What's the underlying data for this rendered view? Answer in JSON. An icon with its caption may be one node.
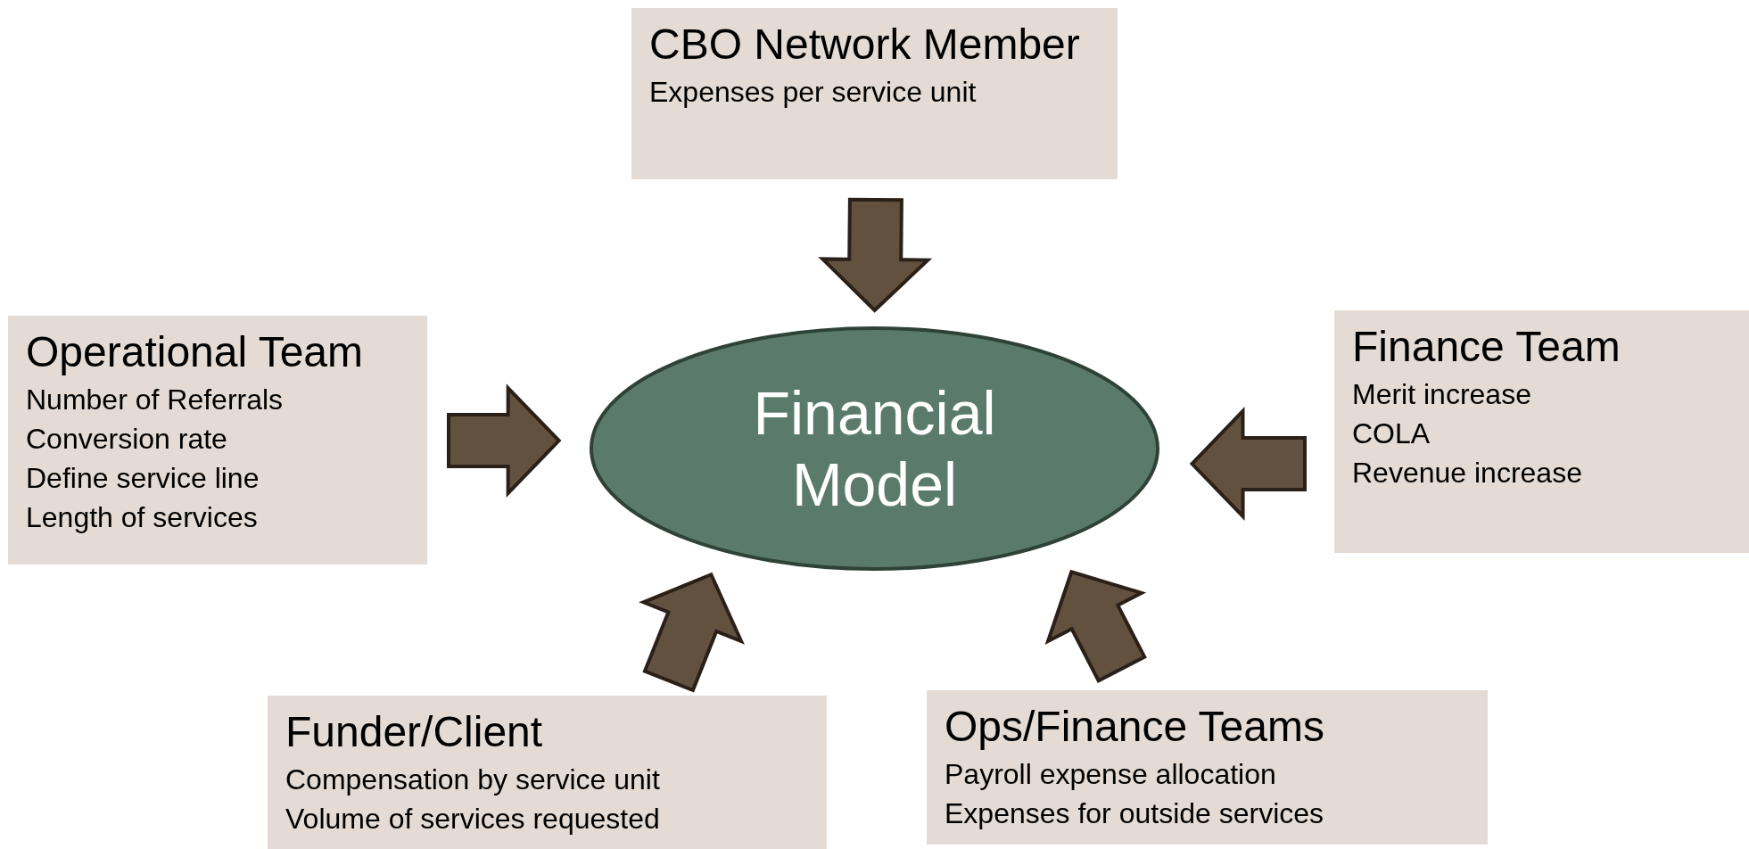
{
  "diagram": {
    "nodes": [
      {
        "text": [
          "CBO Network Member",
          "Expenses per service unit"
        ]
      },
      {
        "text": [
          "Operational Team",
          "Number of Referrals",
          "Conversion rate",
          "Define service line",
          "Length of services"
        ]
      },
      {
        "text": [
          "Financial Model"
        ]
      },
      {
        "text": [
          "Finance Team",
          "Merit increase",
          "COLA",
          "Revenue increase"
        ]
      },
      {
        "text": [
          "Funder/Client",
          "Compensation by service unit",
          "Volume of services requested"
        ]
      },
      {
        "text": [
          "Ops/Finance Teams",
          "Payroll expense allocation",
          "Expenses for outside services"
        ]
      }
    ],
    "edges": [
      {
        "from": 0,
        "to": 2,
        "arrow": "to"
      },
      {
        "from": 1,
        "to": 2,
        "arrow": "to"
      },
      {
        "from": 3,
        "to": 2,
        "arrow": "to"
      },
      {
        "from": 4,
        "to": 2,
        "arrow": "to"
      },
      {
        "from": 5,
        "to": 2,
        "arrow": "to"
      }
    ]
  }
}
